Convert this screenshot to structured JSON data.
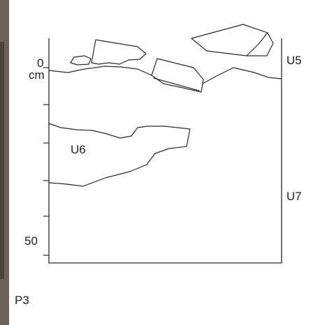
{
  "figure": {
    "scale": {
      "top_value": "0",
      "unit": "cm",
      "bottom_value": "50"
    },
    "unit_labels": {
      "u5": "U5",
      "u6": "U6",
      "u7": "U7"
    },
    "profile_label": "P3"
  }
}
